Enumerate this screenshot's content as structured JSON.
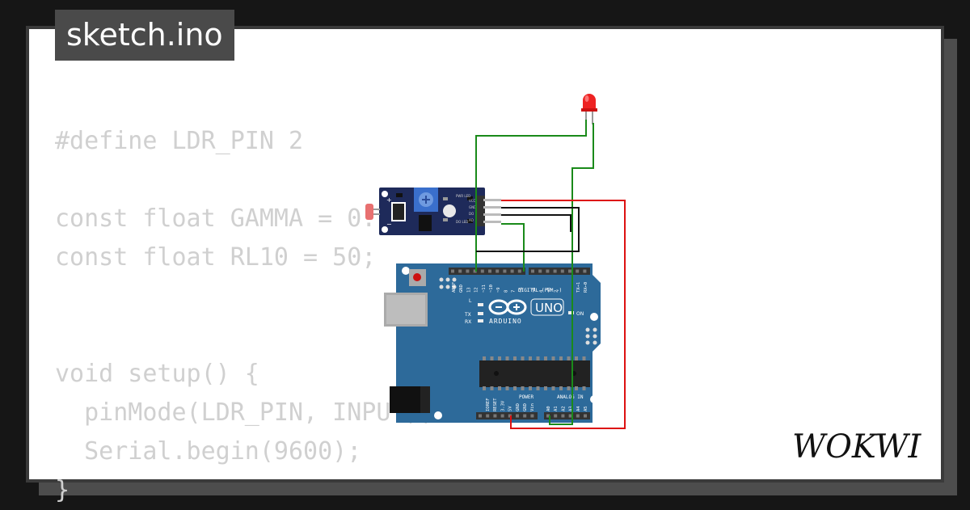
{
  "file_tab": {
    "name": "sketch.ino"
  },
  "code_lines": [
    "#define LDR_PIN 2",
    "",
    "const float GAMMA = 0.7;",
    "const float RL10 = 50;",
    "",
    "",
    "void setup() {",
    "  pinMode(LDR_PIN, INPUT);",
    "  Serial.begin(9600);",
    "}"
  ],
  "brand": {
    "name": "WOKWI"
  },
  "board": {
    "model": "UNO",
    "maker": "ARDUINO",
    "digital_header": "DIGITAL (PWM ~)",
    "power_header": "POWER",
    "analog_header": "ANALOG IN",
    "on_label": "ON",
    "l_label": "L",
    "tx_label": "TX",
    "rx_label": "RX",
    "digital_pins": [
      "AREF",
      "GND",
      "13",
      "12",
      "~11",
      "~10",
      "~9",
      "8",
      "7",
      "~6",
      "~5",
      "4",
      "~3",
      "2",
      "TX→1",
      "RX←0"
    ],
    "power_pins": [
      "IOREF",
      "RESET",
      "3.3V",
      "5V",
      "GND",
      "GND",
      "Vin"
    ],
    "analog_pins": [
      "A0",
      "A1",
      "A2",
      "A3",
      "A4",
      "A5"
    ]
  },
  "sensor": {
    "pins": [
      "VCC",
      "GND",
      "DO",
      "AO"
    ],
    "led_labels": [
      "PWR LED",
      "DO LED"
    ]
  },
  "colors": {
    "background": "#161616",
    "card": "#ffffff",
    "code_text": "#d0d0d0",
    "tab_bg": "#4a4a4a",
    "board_blue": "#2d6a9a",
    "sensor_blue": "#1e2a5a",
    "wire_green": "#1a8a1a",
    "wire_red": "#dd1111",
    "wire_black": "#111111",
    "led_red": "#ee2222"
  }
}
